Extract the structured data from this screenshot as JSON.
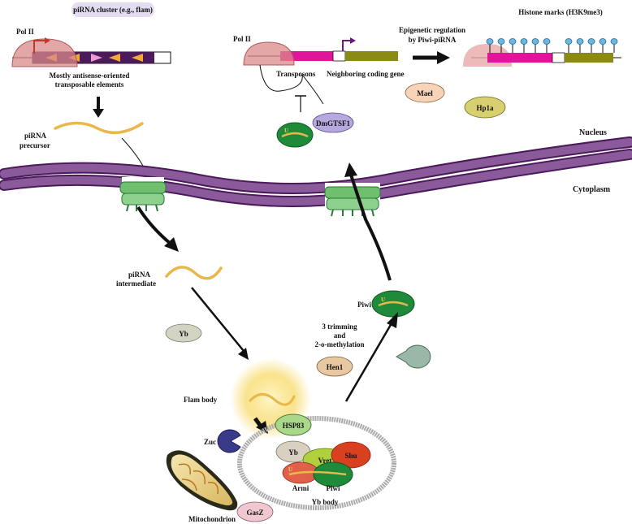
{
  "cluster_label": "piRNA cluster (e.g., flam)",
  "pol2_left": "Pol II",
  "pol2_right": "Pol II",
  "cluster_desc_1": "Mostly antisense-oriented",
  "cluster_desc_2": "transposable elements",
  "precursor_1": "piRNA",
  "precursor_2": "precursor",
  "transposons": "Transposons",
  "neighboring_gene": "Neighboring coding gene",
  "epi_1": "Epigenetic regulation",
  "epi_2": "by Piwi-piRNA",
  "histone_marks": "Histone marks (H3K9me3)",
  "mael": "Mael",
  "hp1a": "Hp1a",
  "dmgtsf1": "DmGTSF1",
  "nucleus": "Nucleus",
  "cytoplasm": "Cytoplasm",
  "intermediate_1": "piRNA",
  "intermediate_2": "intermediate",
  "yb_free": "Yb",
  "piwi_mature": "Piwi",
  "trim_1": "3 trimming",
  "trim_2": "and",
  "trim_3": "2-o-methylation",
  "hen1": "Hen1",
  "flam_body": "Flam body",
  "zuc": "Zuc",
  "hsp83": "HSP83",
  "yb_in_body": "Yb",
  "vret": "Vret",
  "shu": "Shu",
  "armi": "Armi",
  "piwi_in_body": "Piwi",
  "u_mark": "U",
  "yb_body": "Yb body",
  "gasz": "GasZ",
  "mitochondrion": "Mitochondrion",
  "colors": {
    "pirna": "#e8b84a",
    "polII": "#d98a8a",
    "magenta": "#e0159a",
    "olive": "#8a8a14",
    "membrane": "#7a4a8a",
    "pore": "#6fbf6f",
    "piwi_green": "#1f8a3a"
  }
}
